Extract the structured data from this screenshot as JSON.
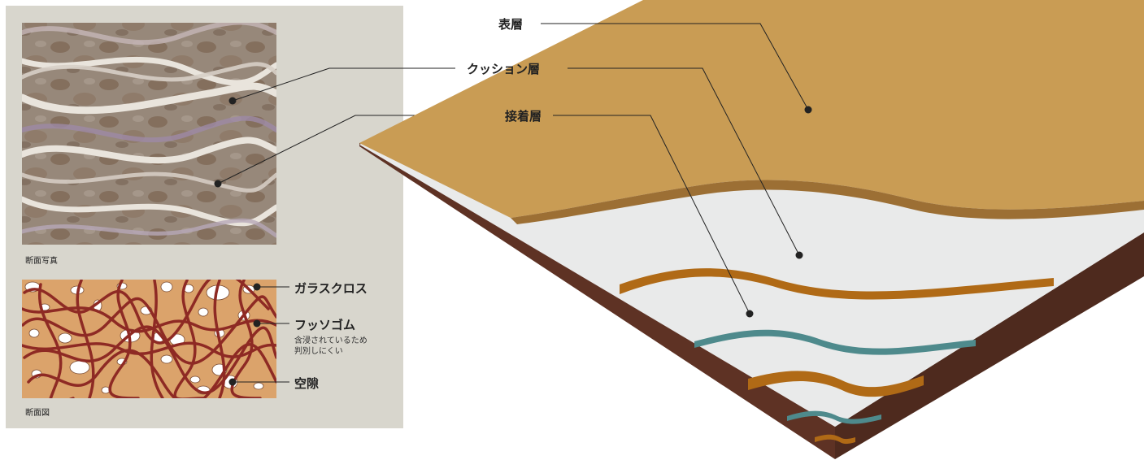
{
  "left_panel": {
    "photo_caption": "断面写真",
    "diagram_caption": "断面図",
    "legend": [
      {
        "label": "ガラスクロス"
      },
      {
        "label": "フッソゴム",
        "note_lines": [
          "含浸されているため",
          "判別しにくい"
        ]
      },
      {
        "label": "空隙"
      }
    ]
  },
  "layer_labels": [
    "表層",
    "クッション層",
    "接着層"
  ],
  "colors": {
    "panel_bg": "#d8d6cd",
    "surface": "#c99c54",
    "side": "#5e3224",
    "cushion": "#e9eaea",
    "adhesive_orange": "#b06a16",
    "adhesive_teal": "#4e8a8c",
    "glass_fiber": "#8e2a24",
    "rubber": "#dba36b"
  }
}
